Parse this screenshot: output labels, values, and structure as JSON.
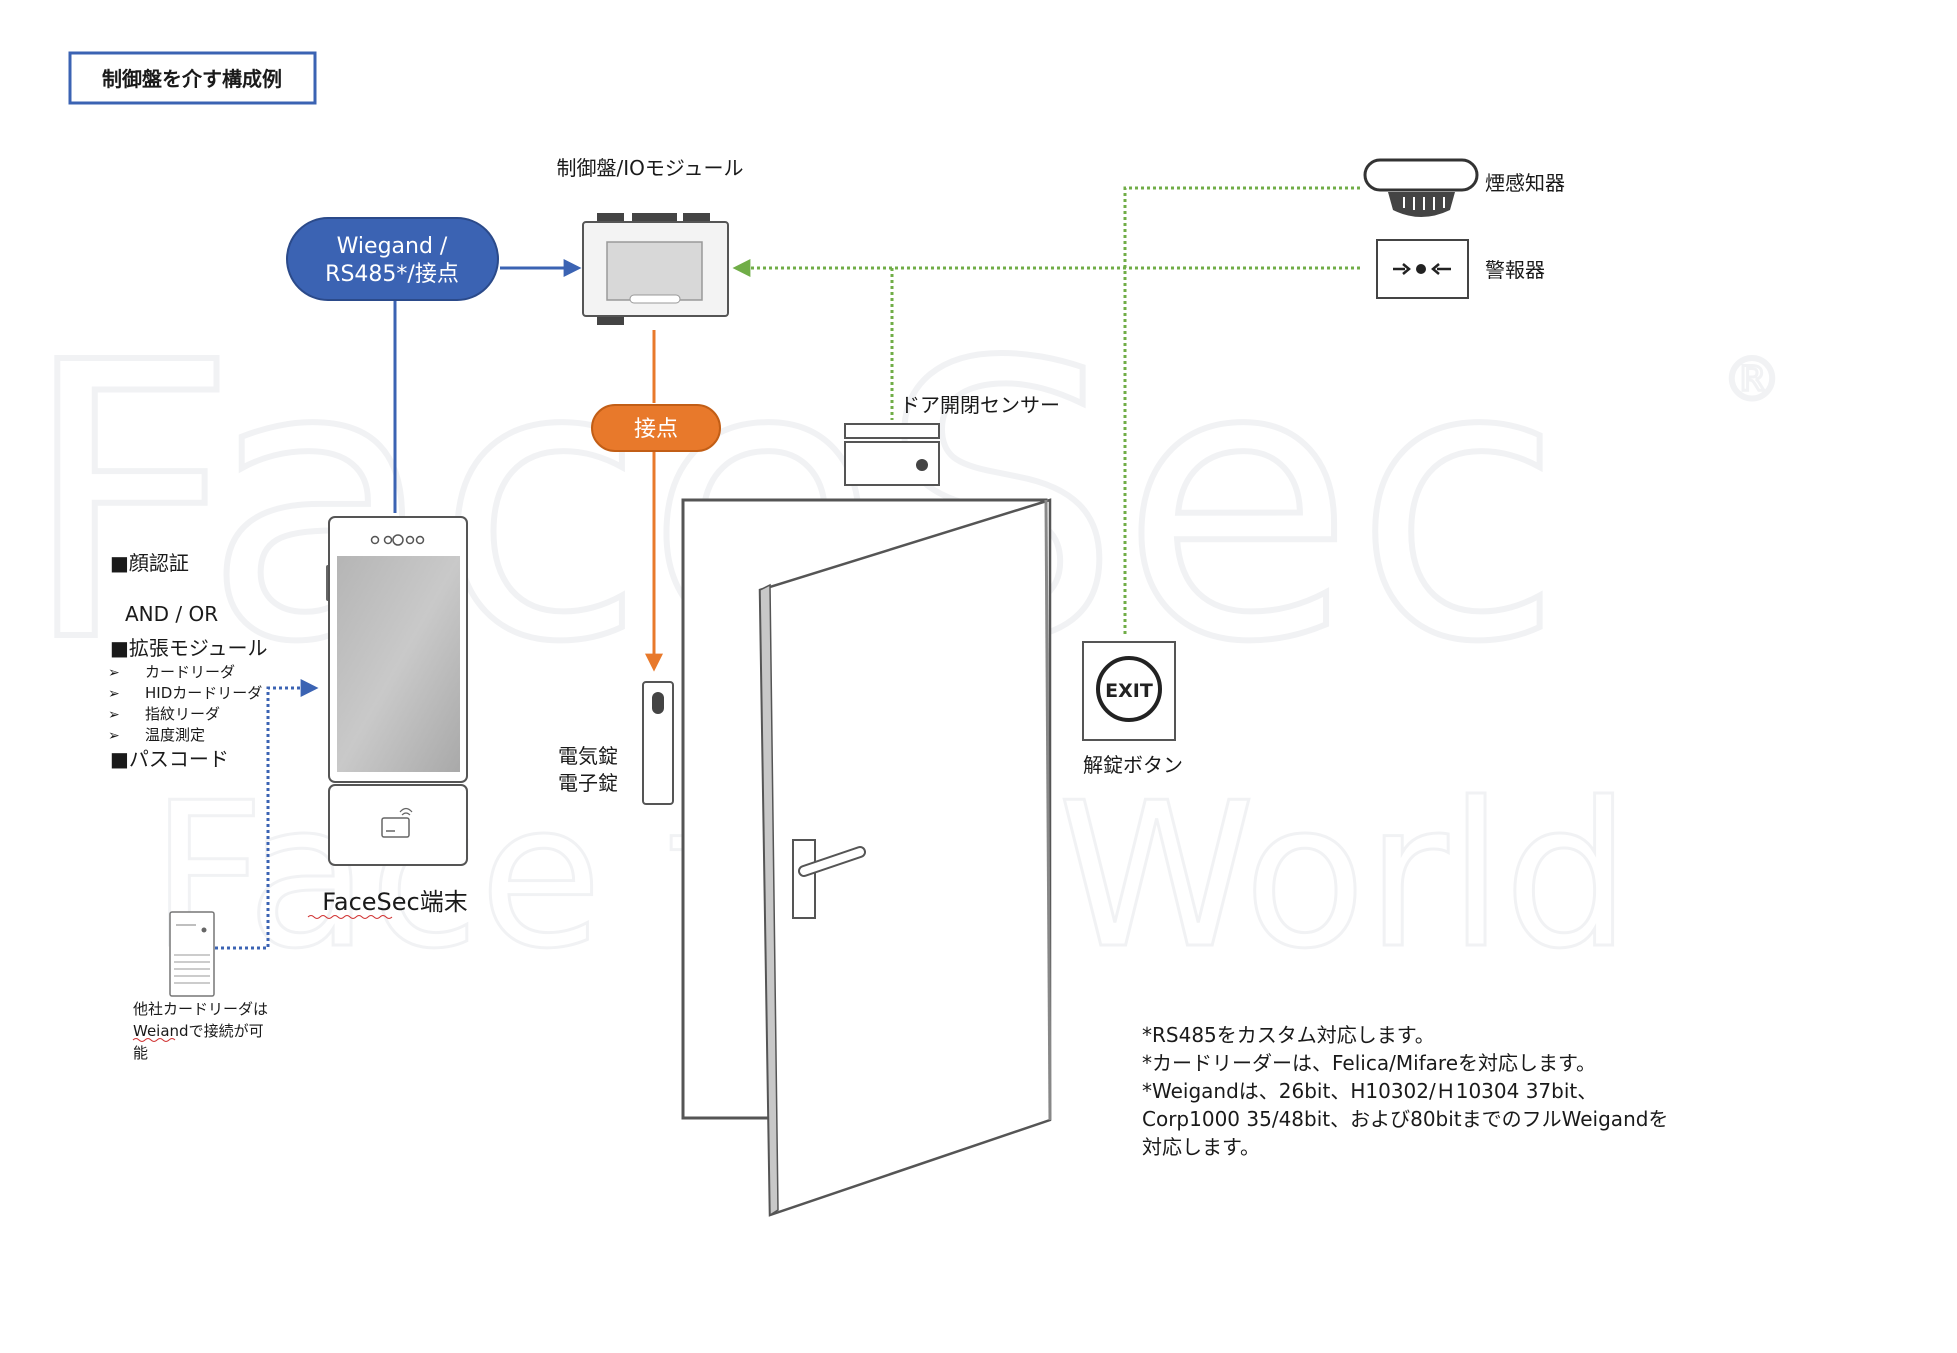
{
  "title_box": {
    "label": "制御盤を介す構成例",
    "color": "#3b63b3"
  },
  "watermark": {
    "brand": "FaceSec",
    "registered": "®",
    "tagline": "Face the World"
  },
  "controller": {
    "label": "制御盤/IOモジュール"
  },
  "wiegand_pill": {
    "line1": "Wiegand /",
    "line2": "RS485*/接点",
    "color": "#3b63b3"
  },
  "contact_pill": {
    "label": "接点",
    "color": "#e8792b"
  },
  "smoke_detector": {
    "label": "煙感知器",
    "icon": "smoke-detector-icon"
  },
  "alarm": {
    "label": "警報器",
    "icon": "alarm-icon"
  },
  "door_sensor": {
    "label": "ドア開閉センサー"
  },
  "exit_button": {
    "icon_text": "EXIT",
    "label": "解錠ボタン"
  },
  "electric_lock": {
    "line1": "電気錠",
    "line2": "電子錠"
  },
  "terminal": {
    "label": "FaceSec端末"
  },
  "features": {
    "face": "■顔認証",
    "andor": "AND / OR",
    "module": "■拡張モジュール",
    "items": [
      "カードリーダ",
      "HIDカードリーダ",
      "指紋リーダ",
      "温度測定"
    ],
    "bullet": "➢",
    "passcode": "■パスコード"
  },
  "other_reader": {
    "lines": [
      "他社カードリーダは",
      "Weiandで接続が可",
      "能"
    ]
  },
  "notes": {
    "lines": [
      "*RS485をカスタム対応します。",
      "*カードリーダーは、Felica/Mifareを対応します。",
      "*Weigandは、26bit、H10302/Ｈ10304 37bit、",
      "Corp1000 35/48bit、および80bitまでのフルWeigandを",
      "対応します。"
    ]
  },
  "colors": {
    "blue": "#3b63b3",
    "orange": "#e8792b",
    "green": "#70ad47",
    "border": "#555555"
  }
}
